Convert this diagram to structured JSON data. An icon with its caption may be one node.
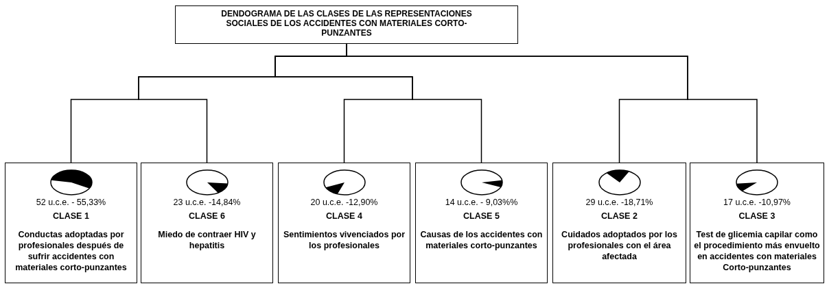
{
  "diagram": {
    "nodes": [
      {
        "text": [
          "DENDOGRAMA DE LAS CLASES DE LAS REPRESENTACIONES SOCIALES DE LOS ACCIDENTES CON MATERIALES CORTO-PUNZANTES"
        ]
      },
      {
        "text": [
          "52 u.c.e. - 55,33%",
          "CLASE 1",
          "Conductas adoptadas por profesionales después de sufrir accidentes con materiales corto-punzantes"
        ]
      },
      {
        "text": [
          "23 u.c.e. -14,84%",
          "CLASE 6",
          "Miedo de contraer HIV y hepatitis"
        ]
      },
      {
        "text": [
          "20 u.c.e. -12,90%",
          "CLASE 4",
          "Sentimientos vivenciados por los profesionales"
        ]
      },
      {
        "text": [
          "14 u.c.e. - 9,03%%",
          "CLASE 5",
          "Causas de los accidentes con materiales corto-punzantes"
        ]
      },
      {
        "text": [
          "29 u.c.e. -18,71%",
          "CLASE 2",
          "Cuidados adoptados por los profesionales con el área afectada"
        ]
      },
      {
        "text": [
          "17 u.c.e. -10,97%",
          "CLASE 3",
          "Test de glicemia capilar como el procedimiento más envuelto en accidentes con materiales Corto-punzantes"
        ]
      }
    ],
    "edges": [
      {
        "from": 0,
        "to": 1,
        "arrow": "none"
      },
      {
        "from": 0,
        "to": 2,
        "arrow": "none"
      },
      {
        "from": 0,
        "to": 3,
        "arrow": "none"
      },
      {
        "from": 0,
        "to": 4,
        "arrow": "none"
      },
      {
        "from": 0,
        "to": 5,
        "arrow": "none"
      },
      {
        "from": 0,
        "to": 6,
        "arrow": "none"
      }
    ]
  }
}
